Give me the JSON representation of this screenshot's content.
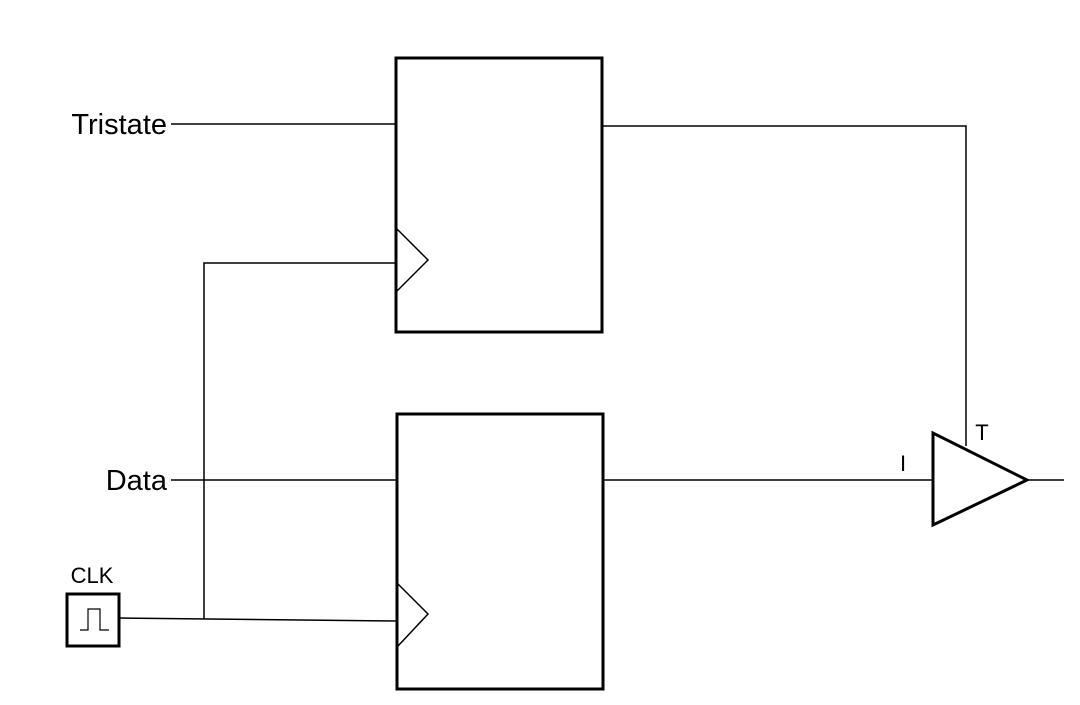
{
  "signals": {
    "tristate": "Tristate",
    "data": "Data",
    "clk": "CLK"
  },
  "buffer": {
    "input_pin": "I",
    "tristate_pin": "T"
  },
  "icons": {
    "clock_source": "pulse-icon",
    "clock_input": "clock-edge-icon",
    "buffer": "tristate-buffer-icon"
  },
  "colors": {
    "stroke": "#000000",
    "background": "#ffffff"
  }
}
